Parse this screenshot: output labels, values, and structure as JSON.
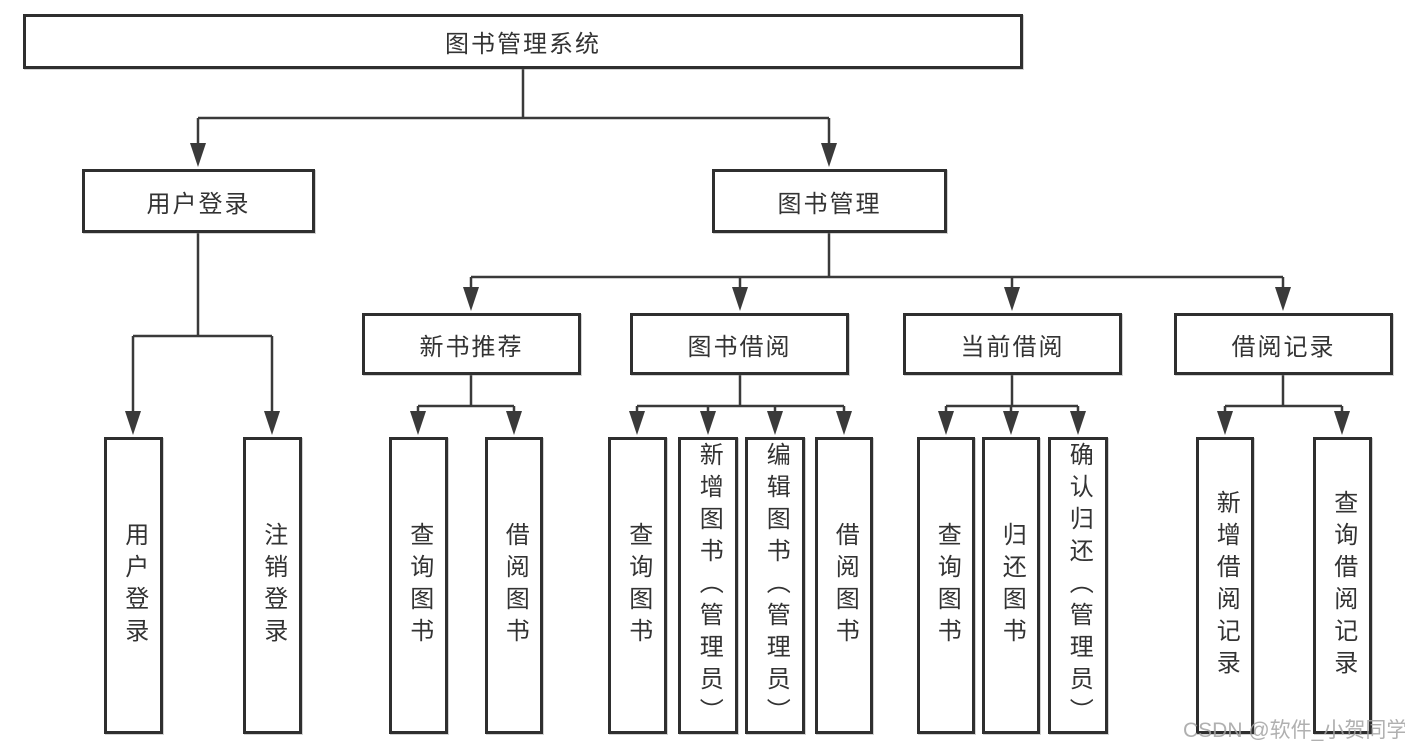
{
  "tree": {
    "label": "图书管理系统",
    "children": [
      {
        "label": "用户登录",
        "children": [
          {
            "label": "用户登录"
          },
          {
            "label": "注销登录"
          }
        ]
      },
      {
        "label": "图书管理",
        "children": [
          {
            "label": "新书推荐",
            "children": [
              {
                "label": "查询图书"
              },
              {
                "label": "借阅图书"
              }
            ]
          },
          {
            "label": "图书借阅",
            "children": [
              {
                "label": "查询图书"
              },
              {
                "label": "新增图书（管理员）"
              },
              {
                "label": "编辑图书（管理员）"
              },
              {
                "label": "借阅图书"
              }
            ]
          },
          {
            "label": "当前借阅",
            "children": [
              {
                "label": "查询图书"
              },
              {
                "label": "归还图书"
              },
              {
                "label": "确认归还（管理员）"
              }
            ]
          },
          {
            "label": "借阅记录",
            "children": [
              {
                "label": "新增借阅记录"
              },
              {
                "label": "查询借阅记录"
              }
            ]
          }
        ]
      }
    ]
  },
  "watermark": {
    "text": "CSDN @软件_小贺同学"
  },
  "colors": {
    "background": "#ffffff",
    "line": "#3a3a3a",
    "border": "#2f2f2f",
    "text": "#333333",
    "watermark": "#a3a3a3"
  }
}
